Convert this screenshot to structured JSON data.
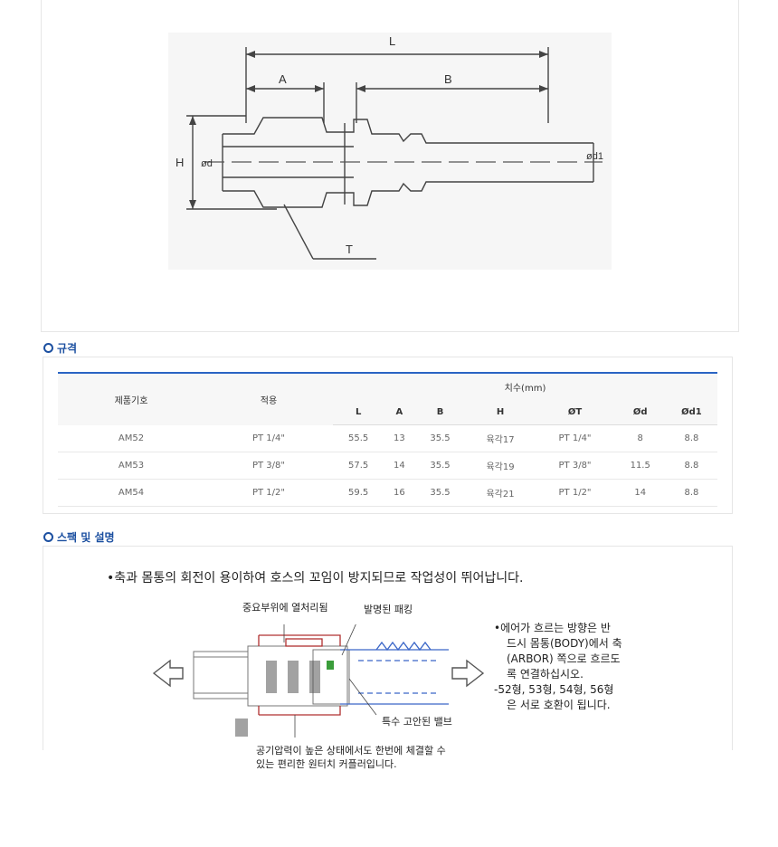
{
  "drawing": {
    "labels": {
      "L": "L",
      "A": "A",
      "B": "B",
      "H": "H",
      "d": "ød",
      "d1": "ød1",
      "T": "T"
    }
  },
  "spec": {
    "heading": "규격",
    "headers": {
      "code": "제품기호",
      "usage": "적용",
      "dimensions": "치수(mm)",
      "cols": [
        "L",
        "A",
        "B",
        "H",
        "ØT",
        "Ød",
        "Ød1"
      ]
    },
    "rows": [
      [
        "AM52",
        "PT 1/4\"",
        "55.5",
        "13",
        "35.5",
        "육각17",
        "PT 1/4\"",
        "8",
        "8.8"
      ],
      [
        "AM53",
        "PT 3/8\"",
        "57.5",
        "14",
        "35.5",
        "육각19",
        "PT 3/8\"",
        "11.5",
        "8.8"
      ],
      [
        "AM54",
        "PT 1/2\"",
        "59.5",
        "16",
        "35.5",
        "육각21",
        "PT 1/2\"",
        "14",
        "8.8"
      ]
    ]
  },
  "desc": {
    "heading": "스팩 및 설명",
    "main": "•축과 몸통의 회전이 용이하여 호스의 꼬임이 방지되므로 작업성이 뛰어납니다.",
    "label_heat": "중요부위에 열처리됨",
    "label_packing": "발명된 패킹",
    "label_valve": "특수 고안된 밸브",
    "label_bottom1": "공기압력이 높은 상태에서도 한번에 체결할 수",
    "label_bottom2": "있는 편리한 원터치 커플러입니다.",
    "bullet1_l1": "•에어가 흐르는 방향은 반",
    "bullet1_l2": "드시 몸통(BODY)에서 축",
    "bullet1_l3": "(ARBOR) 쪽으로 흐르도",
    "bullet1_l4": "록 연결하십시오.",
    "bullet2_l1": "-52형, 53형, 54형, 56형",
    "bullet2_l2": "은 서로 호환이 됩니다."
  }
}
